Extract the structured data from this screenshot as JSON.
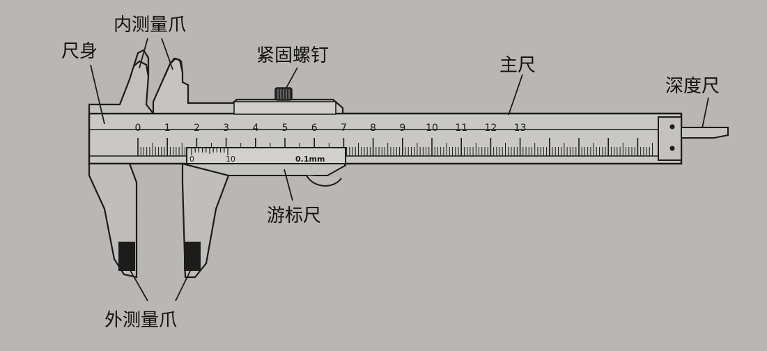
{
  "labels": {
    "main_scale_body": "尺身",
    "inner_jaws": "内测量爪",
    "locking_screw": "紧固螺钉",
    "main_scale": "主尺",
    "depth_rod": "深度尺",
    "vernier_scale": "游标尺",
    "outer_jaws": "外测量爪"
  },
  "main_scale_numbers": [
    "0",
    "1",
    "2",
    "3",
    "4",
    "5",
    "6",
    "7",
    "8",
    "9",
    "10",
    "11",
    "12",
    "13"
  ],
  "vernier": {
    "start_label": "0",
    "end_label": "10",
    "precision_label": "0.1mm"
  },
  "colors": {
    "paper": "#b9b6b3",
    "ink": "#1b1b1b",
    "metal": "#c8c6c3"
  }
}
